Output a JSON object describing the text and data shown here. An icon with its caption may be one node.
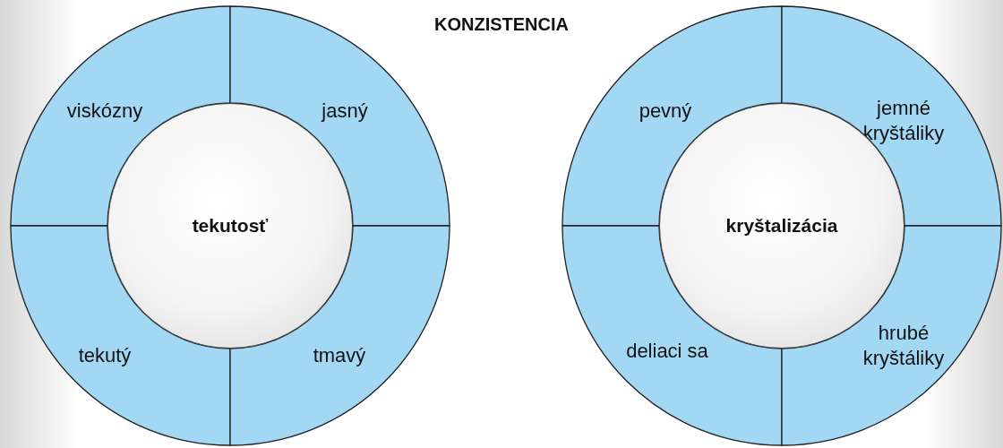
{
  "diagram": {
    "title": "KONZISTENCIA",
    "nodes": [
      {
        "text": [],
        "shape": "circle"
      },
      {
        "text": [
          "tekutosť"
        ],
        "in": 0
      },
      {
        "text": [
          "viskózny"
        ],
        "in": 0
      },
      {
        "text": [
          "jasný"
        ],
        "in": 0
      },
      {
        "text": [
          "tekutý"
        ],
        "in": 0
      },
      {
        "text": [
          "tmavý"
        ],
        "in": 0
      },
      {
        "text": [],
        "shape": "circle"
      },
      {
        "text": [
          "kryštalizácia"
        ],
        "in": 6
      },
      {
        "text": [
          "pevný"
        ],
        "in": 6
      },
      {
        "text": [
          "jemné kryštáliky"
        ],
        "in": 6
      },
      {
        "text": [
          "deliaci sa"
        ],
        "in": 6
      },
      {
        "text": [
          "hrubé kryštáliky"
        ],
        "in": 6
      }
    ]
  }
}
